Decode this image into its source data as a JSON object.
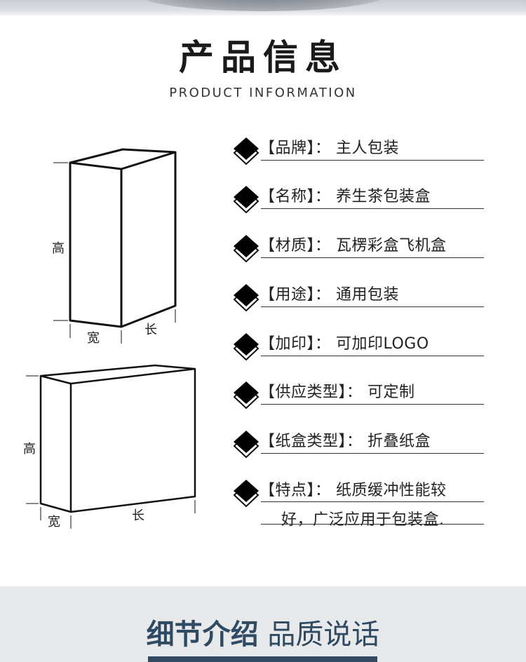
{
  "header": {
    "title": "产品信息",
    "subtitle": "PRODUCT INFORMATION"
  },
  "diagram": {
    "box1": {
      "height": "高",
      "width": "宽",
      "length": "长"
    },
    "box2": {
      "height": "高",
      "width": "宽",
      "length": "长"
    }
  },
  "info": [
    {
      "label": "【品牌】：",
      "value": "主人包装"
    },
    {
      "label": "【名称】：",
      "value": "养生茶包装盒"
    },
    {
      "label": "【材质】：",
      "value": "瓦楞彩盒飞机盒"
    },
    {
      "label": "【用途】：",
      "value": "通用包装"
    },
    {
      "label": "【加印】：",
      "value": "可加印LOGO"
    },
    {
      "label": "【供应类型】：",
      "value": "可定制"
    },
    {
      "label": "【纸盒类型】：",
      "value": "折叠纸盒"
    },
    {
      "label": "【特点】：",
      "value": "纸质缓冲性能较",
      "value2": "好，广泛应用于包装盒."
    }
  ],
  "details": {
    "title_bold": "细节介绍",
    "title_light": "品质说话"
  },
  "colors": {
    "accent": "#2f4a63",
    "band": "#e8e9eb",
    "bar": "#33495f"
  }
}
